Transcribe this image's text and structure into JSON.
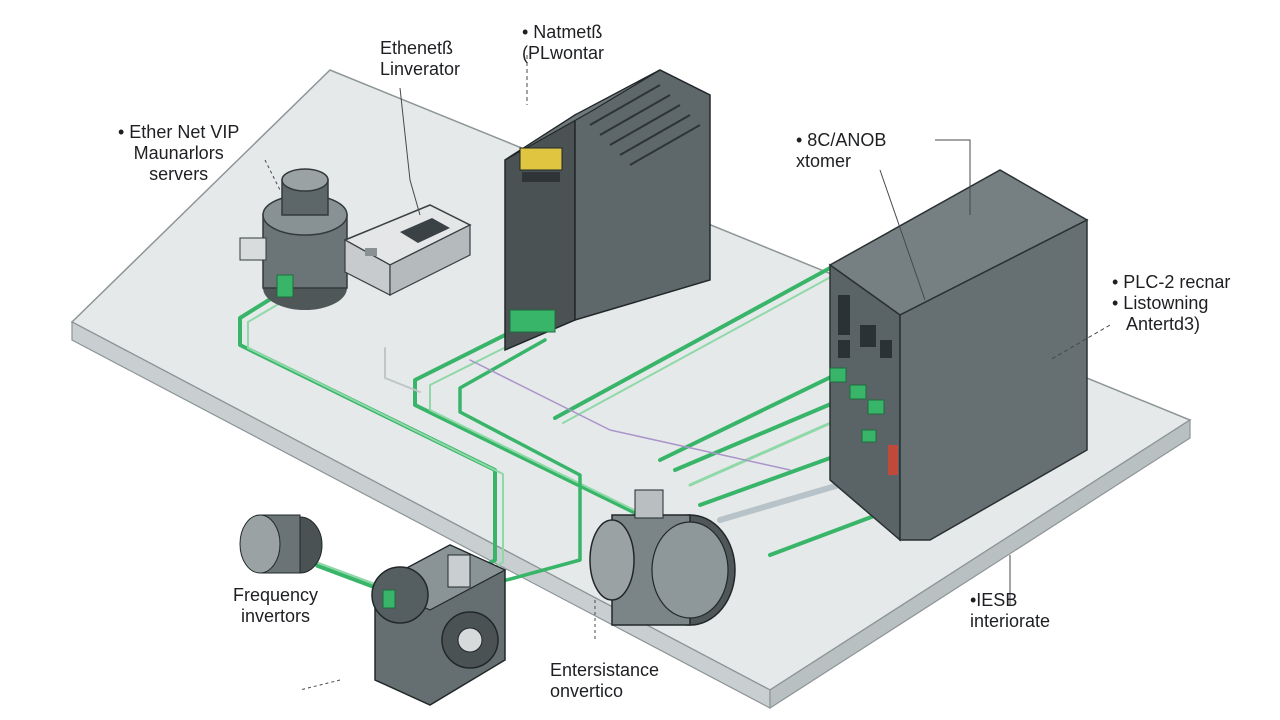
{
  "colors": {
    "board": "#e6e9ea",
    "board_edge": "#c9cfd1",
    "device": "#5b6466",
    "device_dark": "#3c4447",
    "cable": "#39b56a",
    "cable_light": "#8fd9a8",
    "ink": "#1d1f22"
  },
  "labels": {
    "ethernet_inverter": [
      "Ethenetß",
      "Linverator"
    ],
    "natmet_monitor": [
      "• Natmetß",
      "(PLwontar"
    ],
    "ethernet_vip": [
      "• Ether Net VIP",
      "Maunarlors",
      "servers"
    ],
    "scanob_monitor": [
      "• 8C/ANOB",
      "xtomer"
    ],
    "plc_rechar": [
      "• PLC-2 recnar",
      "• Listowning",
      "Antertd3)"
    ],
    "frequency_inverters": [
      "Frequency",
      "invertors"
    ],
    "iesb_interorate": [
      "•IESB",
      "interiorate"
    ],
    "entersistance": [
      "Entersistance",
      "onvertico"
    ]
  },
  "icons": [
    "sensor-icon",
    "controller-icon",
    "plc-module-icon",
    "server-cabinet-icon",
    "motor-icon",
    "gearmotor-icon",
    "coupling-icon"
  ]
}
